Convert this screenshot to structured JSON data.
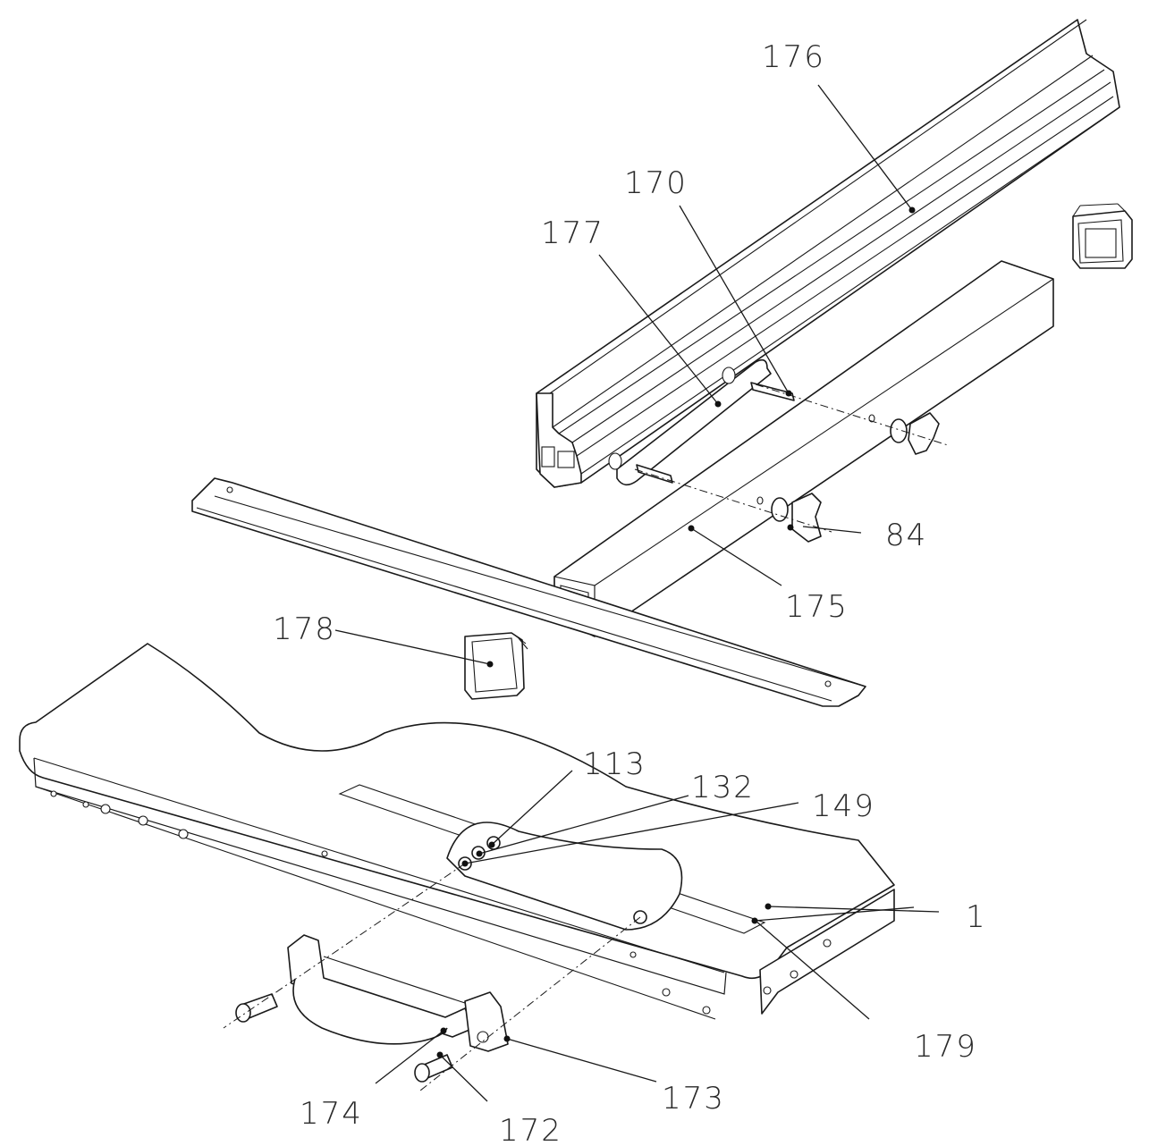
{
  "callouts": [
    {
      "id": "176",
      "label": "176"
    },
    {
      "id": "170",
      "label": "170"
    },
    {
      "id": "177",
      "label": "177"
    },
    {
      "id": "84",
      "label": "84"
    },
    {
      "id": "175",
      "label": "175"
    },
    {
      "id": "178",
      "label": "178"
    },
    {
      "id": "113",
      "label": "113"
    },
    {
      "id": "132",
      "label": "132"
    },
    {
      "id": "149",
      "label": "149"
    },
    {
      "id": "1",
      "label": "1"
    },
    {
      "id": "179",
      "label": "179"
    },
    {
      "id": "173",
      "label": "173"
    },
    {
      "id": "174",
      "label": "174"
    },
    {
      "id": "172",
      "label": "172"
    }
  ]
}
